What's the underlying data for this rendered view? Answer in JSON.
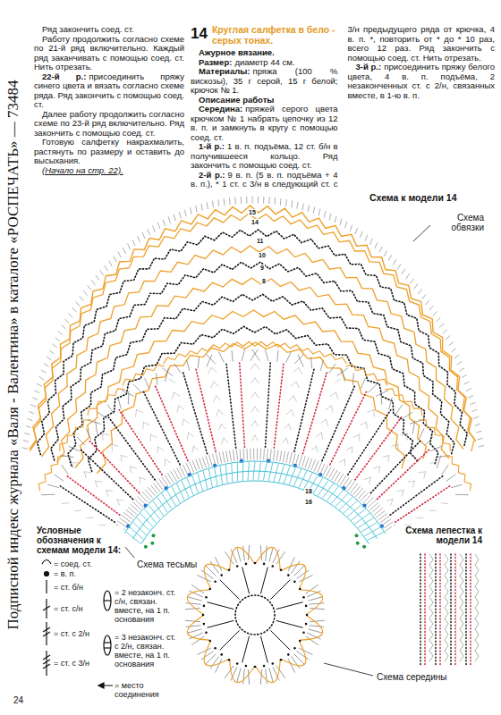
{
  "diagram": {
    "title": "Круглая салфетка в бело - серых тонах.",
    "labels": [
      "Подписной индекс журнала «Валя - Валентина» в каталоге «РОСПЕЧАТЬ» — 73484",
      "Ряд закончить соед. ст.",
      "Работу продолжить согласно схеме по 21-й ряд включительно. Каждый ряд заканчивать с помощью соед. ст. Нить отрезать.",
      "22-й р.:",
      "присоединить пряжу синего цвета и вязать согласно схеме ряда. Ряд закончить с помощью соед. ст.",
      "Далее работу продолжить согласно схеме по 23-й ряд включительно. Ряд закончить с помощью соед. ст.",
      "Готовую салфетку накрахмалить, растянуть по размеру и оставить до высыхания.",
      "(Начало на стр. 22).",
      "14",
      "Ажурное вязание.",
      "Размер:",
      "диаметр 44 см.",
      "Материалы:",
      "пряжа (100 % вискозы), 35 г серой, 15 г белой; крючок № 1.",
      "Описание работы",
      "Середина:",
      "пряжей серого цвета крючком № 1 набрать цепочку из 12 в. п. и замкнуть в кругу с помощью соед. ст.",
      "1-й р.:",
      "1 в. п. подъёма, 12 ст. б/н в получившееся кольцо. Ряд закончить с помощью соед. ст.",
      "2-й р.:",
      "9 в. п. (5 в. п. подъёма + 4 в. п.), * 1 ст. с 3/н в следующий ст. с 3/н предыдущего ряда от крючка, 4 в. п. *, повторить от * до * 10 раз, всего 12 раз. Ряд закончить с помощью соед. ст. Нить отрезать.",
      "3-й р.:",
      "присоединить пряжу белого цвета, 4 в. п. подъёма, 2 незаконченных ст. с 2/н, связанных вместе, в 1-ю в. п.",
      "Схема к модели 14",
      "Схема обвязки",
      "Схема лепестка к модели 14",
      "Схема тесьмы",
      "Схема середины",
      "Условные обозначения к схемам модели 14:",
      "24",
      "15",
      "14",
      "11",
      "10",
      "9",
      "8",
      "18",
      "16"
    ],
    "legend": [
      {
        "text": "= соед. ст."
      },
      {
        "text": "= в. п."
      },
      {
        "text": "= ст. б/н"
      },
      {
        "text": "= ст. с/н"
      },
      {
        "text": "= ст. с 2/н"
      },
      {
        "text": "= ст. с 3/н"
      },
      {
        "text": "= 2 незаконч. ст. с/н, связан. вместе, на 1 п. основания"
      },
      {
        "text": "= 3 незаконч. ст. с 2/н, связан. вместе, на 1 п. основания"
      },
      {
        "text": "= место соединения"
      }
    ]
  }
}
